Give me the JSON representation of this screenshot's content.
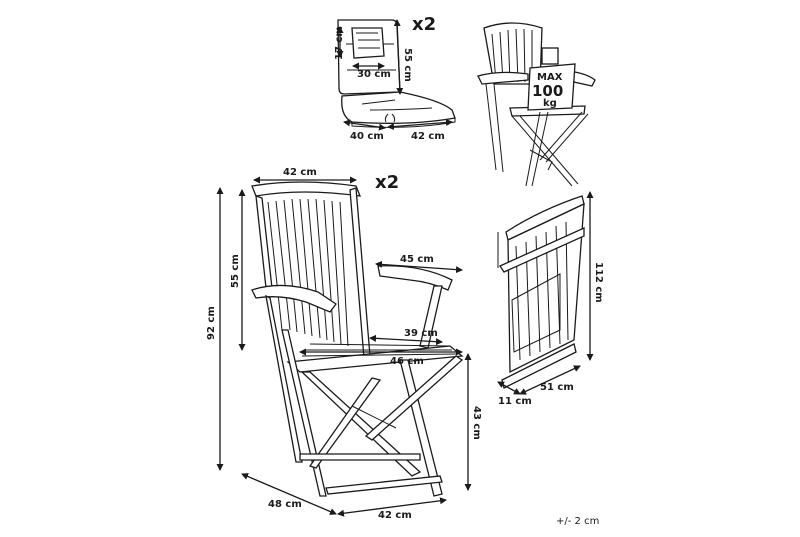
{
  "cushion": {
    "qty": "x2",
    "pillow_height": "17 cm",
    "pillow_width": "30 cm",
    "back_height": "55 cm",
    "seat_depth": "40 cm",
    "seat_width": "42 cm"
  },
  "chair": {
    "qty": "x2",
    "back_width": "42 cm",
    "arm_length": "45 cm",
    "back_height": "55 cm",
    "total_height": "92 cm",
    "seat_depth_inner": "39 cm",
    "seat_depth": "46 cm",
    "seat_height": "43 cm",
    "base_depth": "48 cm",
    "base_width": "42 cm"
  },
  "load_badge": {
    "line1": "MAX",
    "line2": "100",
    "line3": "kg"
  },
  "folded": {
    "height": "112 cm",
    "thickness": "11 cm",
    "width": "51 cm"
  },
  "tolerance": "+/- 2 cm"
}
